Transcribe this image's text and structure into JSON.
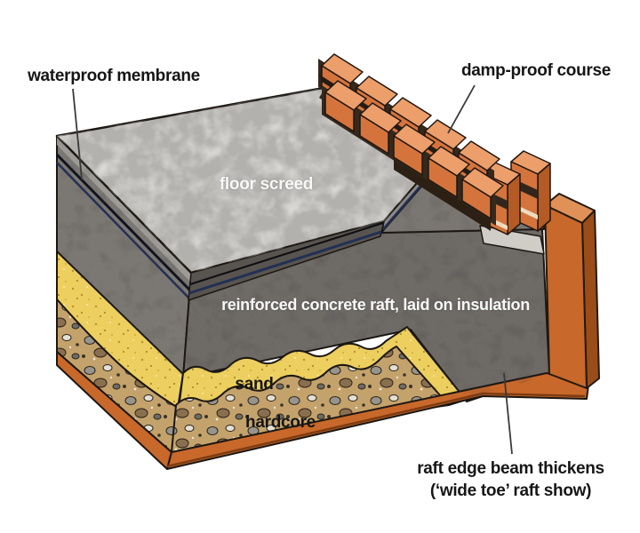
{
  "labels": {
    "waterproof_membrane": "waterproof membrane",
    "damp_proof_course": "damp-proof course",
    "floor_screed": "floor screed",
    "concrete_raft": "reinforced concrete raft, laid on insulation",
    "sand": "sand",
    "hardcore": "hardcore",
    "raft_edge_beam_line1": "raft edge beam thickens",
    "raft_edge_beam_line2": "(‘wide toe’ raft show)"
  },
  "colors": {
    "background": "#ffffff",
    "screed_top": "#b3b1ae",
    "screed_light_band": "#9d9b97",
    "screed_edge_band": "#58544f",
    "screed_step": "#8e8b88",
    "membrane_navy": "#223055",
    "raft_front": "#6e6a66",
    "raft_left": "#7b7772",
    "raft_margin": "#7a7672",
    "sand_yellow": "#eccf5e",
    "hardcore_tan": "#c4a26b",
    "section_orange": "#c8682a",
    "orange_side": "#9a4d18",
    "orange_top": "#e09158",
    "brick_top": "#ec9e6b",
    "brick_front": "#d4743c",
    "brick_side": "#b45a24",
    "mortar_dark": "#32261c",
    "mortar_cream": "#ecdcc0",
    "mortar_pad": "#cfcdc6",
    "outline": "#1c1713",
    "label_dark": "#161616",
    "label_light": "#f8f8f8",
    "leader_line": "#3a3a3a"
  }
}
